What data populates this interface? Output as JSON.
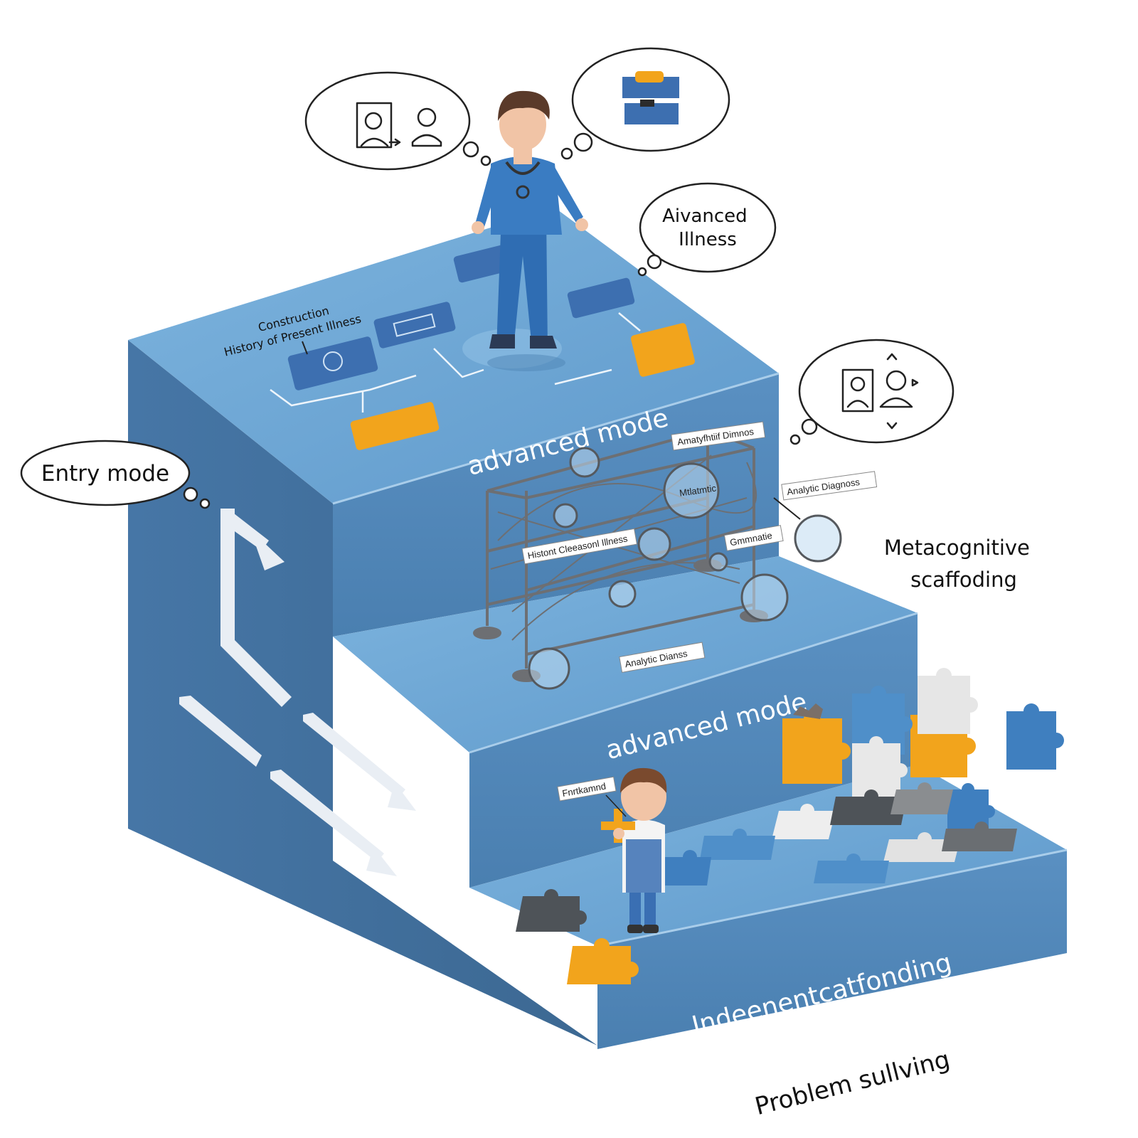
{
  "labels": {
    "construction_line1": "Construction",
    "construction_line2": "History of Present Illness",
    "top_step": "advanced mode",
    "middle_step": "advanced mode",
    "bottom_step": "Indeenentcatfonding",
    "entry_mode": "Entry mode",
    "advanced_illness_line1": "Aivanced",
    "advanced_illness_line2": "Illness",
    "metacognitive_line1": "Metacognitive",
    "metacognitive_line2": "scaffoding",
    "problem_solving": "Problem sullving",
    "scaffold_tag_top": "Amatyfhtiif Dimnos",
    "scaffold_tag_center": "Mtlatmtic",
    "scaffold_tag_right": "Analytic Diagnoss",
    "scaffold_tag_left": "Histont Cleeasonl Illness",
    "scaffold_tag_mid_right": "Gmmnatie",
    "scaffold_tag_bottom": "Analytic Dianss",
    "student_tag": "Fnrtkamnd"
  },
  "icons": [
    "consult-bubble-icon",
    "puzzle-bubble-icon",
    "people-bubble-icon",
    "flow-arrow-icon"
  ],
  "colors": {
    "step_top": "#6fa9d6",
    "step_front": "#4d82b3",
    "step_side": "#3f6d99",
    "accent_orange": "#f2a41c",
    "block_blue": "#3d6fb0",
    "puzzle_gray": "#6f7378",
    "puzzle_white": "#e8e8e8"
  }
}
